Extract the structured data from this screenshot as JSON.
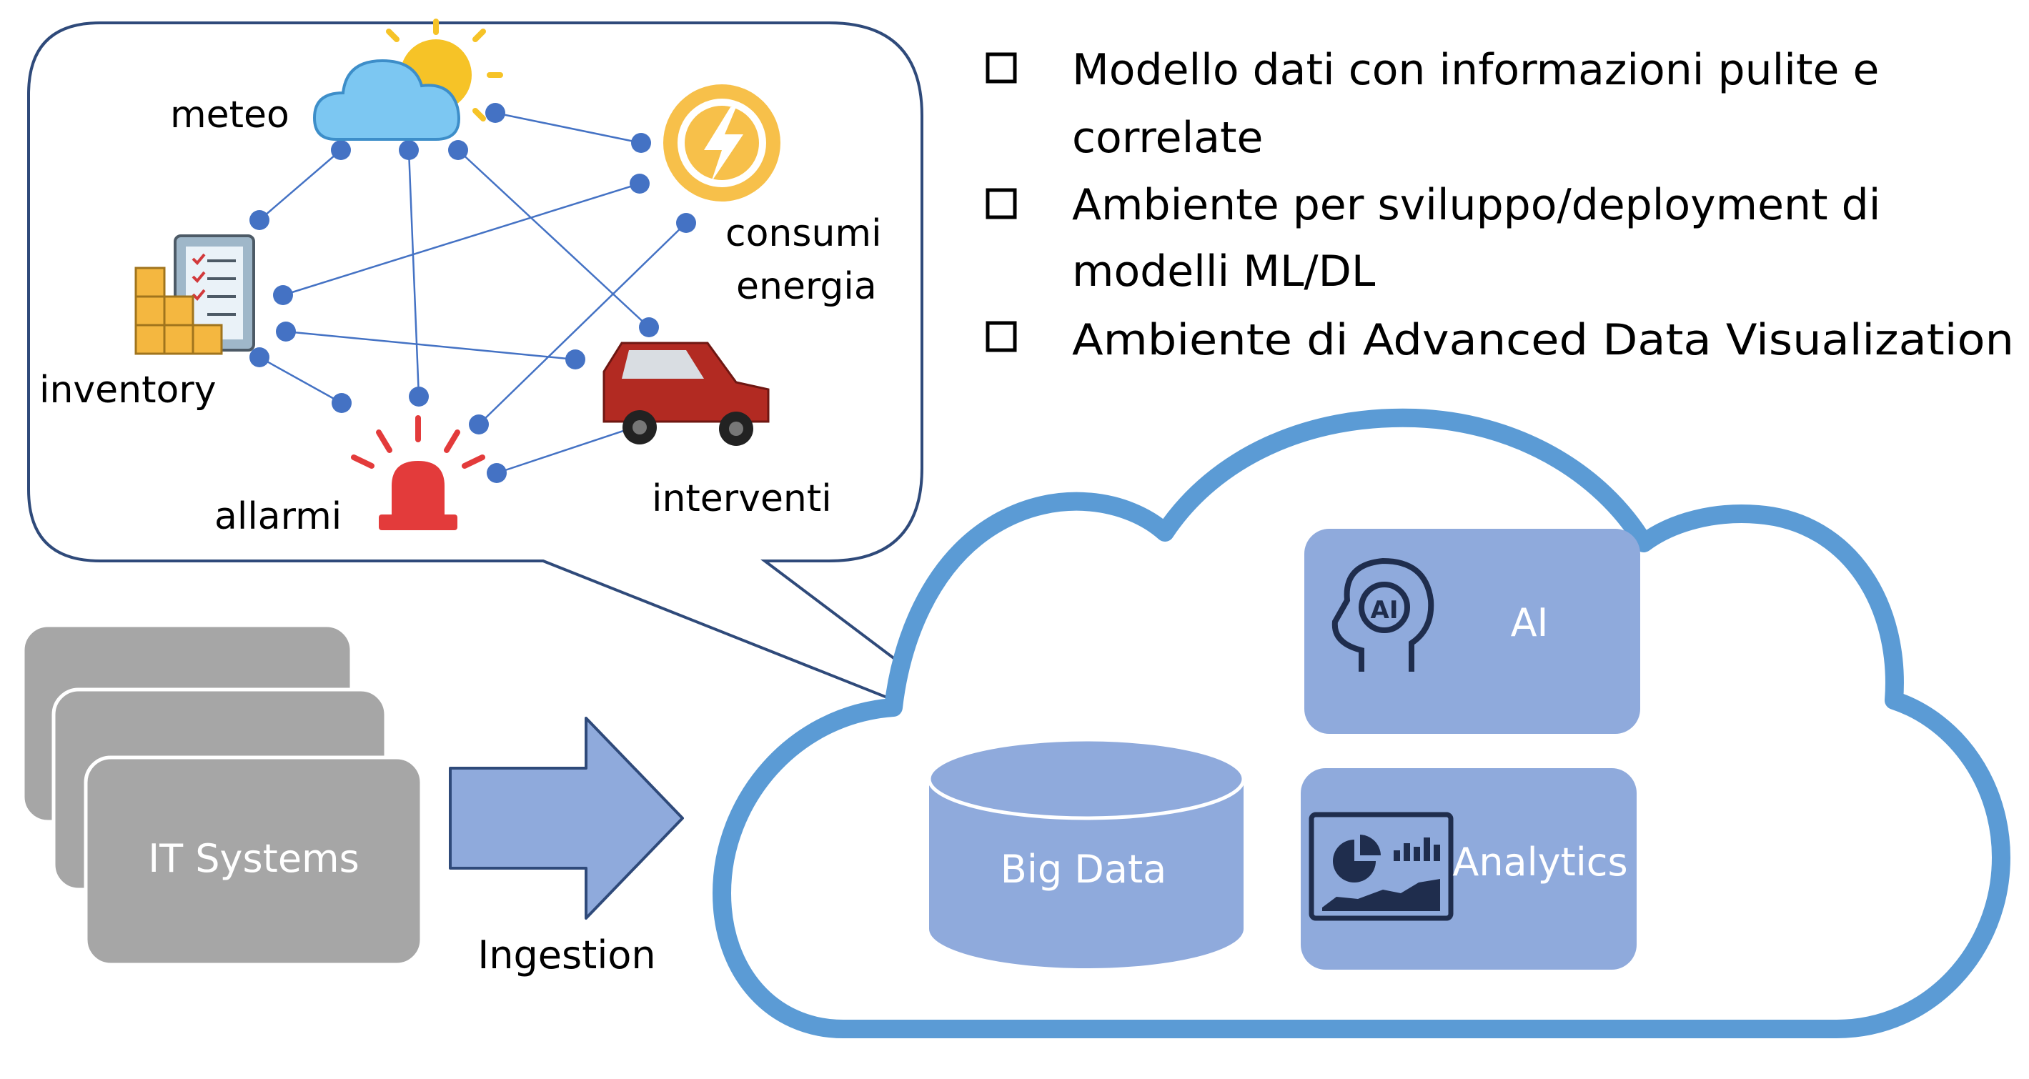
{
  "bullets": [
    "Modello dati con informazioni pulite e",
    "correlate",
    "Ambiente per sviluppo/deployment di",
    "modelli ML/DL",
    "Ambiente di Advanced Data Visualization"
  ],
  "bubble": {
    "labels": {
      "meteo": "meteo",
      "consumi": "consumi",
      "energia": "energia",
      "inventory": "inventory",
      "allarmi": "allarmi",
      "interventi": "interventi"
    }
  },
  "it_systems": "IT Systems",
  "ingestion": "Ingestion",
  "big_data": "Big Data",
  "ai": "AI",
  "ai_icon_text": "AI",
  "analytics": "Analytics",
  "colors": {
    "cloud_stroke": "#5b9bd5",
    "box_fill": "#8faadc",
    "node": "#4472c4",
    "it_box": "#a6a6a6",
    "bubble_stroke": "#2f4a7a"
  }
}
